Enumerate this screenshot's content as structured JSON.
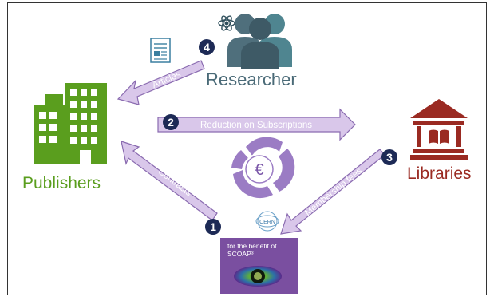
{
  "nodes": {
    "publishers": "Publishers",
    "researcher": "Researcher",
    "libraries": "Libraries"
  },
  "flows": [
    {
      "number": "1",
      "label": "Contracts"
    },
    {
      "number": "2",
      "label": "Reduction on Subscriptions"
    },
    {
      "number": "3",
      "label": "Membership fees"
    },
    {
      "number": "4",
      "label": "Articles"
    }
  ],
  "center_symbol": "€",
  "scoap": {
    "logo_text": "CERN",
    "line1": "for the benefit of",
    "line2": "SCOAP³"
  },
  "colors": {
    "arrow_fill": "#d9c7ea",
    "arrow_stroke": "#8a6bb0",
    "number_badge": "#1d2a56",
    "publishers": "#5a9e1e",
    "researcher": "#4a6a77",
    "libraries": "#9a2a22",
    "euro_cycle": "#9b7cc4"
  }
}
